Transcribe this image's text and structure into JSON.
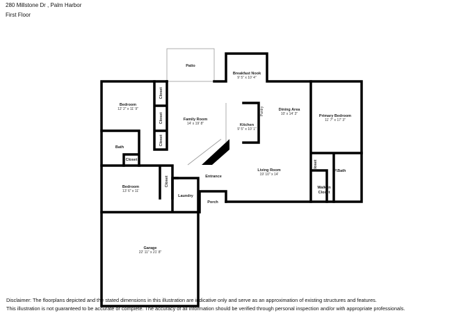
{
  "header": {
    "address": "280 Millstone Dr , Palm Harbor",
    "floor": "First Floor"
  },
  "rooms": [
    {
      "name": "Patio",
      "dims": ""
    },
    {
      "name": "Breakfast Nook",
      "dims": "9' 5\" x 10' 4\""
    },
    {
      "name": "Bedroom",
      "dims": "12' 2\" x 11' 9\""
    },
    {
      "name": "Family Room",
      "dims": "14' x 19' 8\""
    },
    {
      "name": "Kitchen",
      "dims": "9' 5\" x 10' 1\""
    },
    {
      "name": "Dining Area",
      "dims": "10' x 14' 3\""
    },
    {
      "name": "Primary Bedroom",
      "dims": "11' 7\" x 17' 3\""
    },
    {
      "name": "Bath",
      "dims": ""
    },
    {
      "name": "Living Room",
      "dims": "19' 10\" x 14'"
    },
    {
      "name": "Bedroom",
      "dims": "13' 6\" x 11'"
    },
    {
      "name": "Entrance",
      "dims": ""
    },
    {
      "name": "Laundry",
      "dims": ""
    },
    {
      "name": "Porch",
      "dims": ""
    },
    {
      "name": "P.Bath",
      "dims": ""
    },
    {
      "name": "Walk-In Closet",
      "dims": ""
    },
    {
      "name": "Garage",
      "dims": "22' 11\" x 21' 8\""
    }
  ],
  "closets": [
    "Closet",
    "Closet",
    "Closet",
    "Closet",
    "Closet",
    "Closet"
  ],
  "pantry": "Pantry",
  "disclaimer": {
    "line1": "Disclaimer: The floorplans depicted and the stated dimensions in this illustration are indicative only and serve as an approximation of existing structures and features.",
    "line2": "This illustration is not guaranteed to be accurate or complete. The accuracy of all information should be verified through personal inspection and/or with appropriate professionals."
  }
}
